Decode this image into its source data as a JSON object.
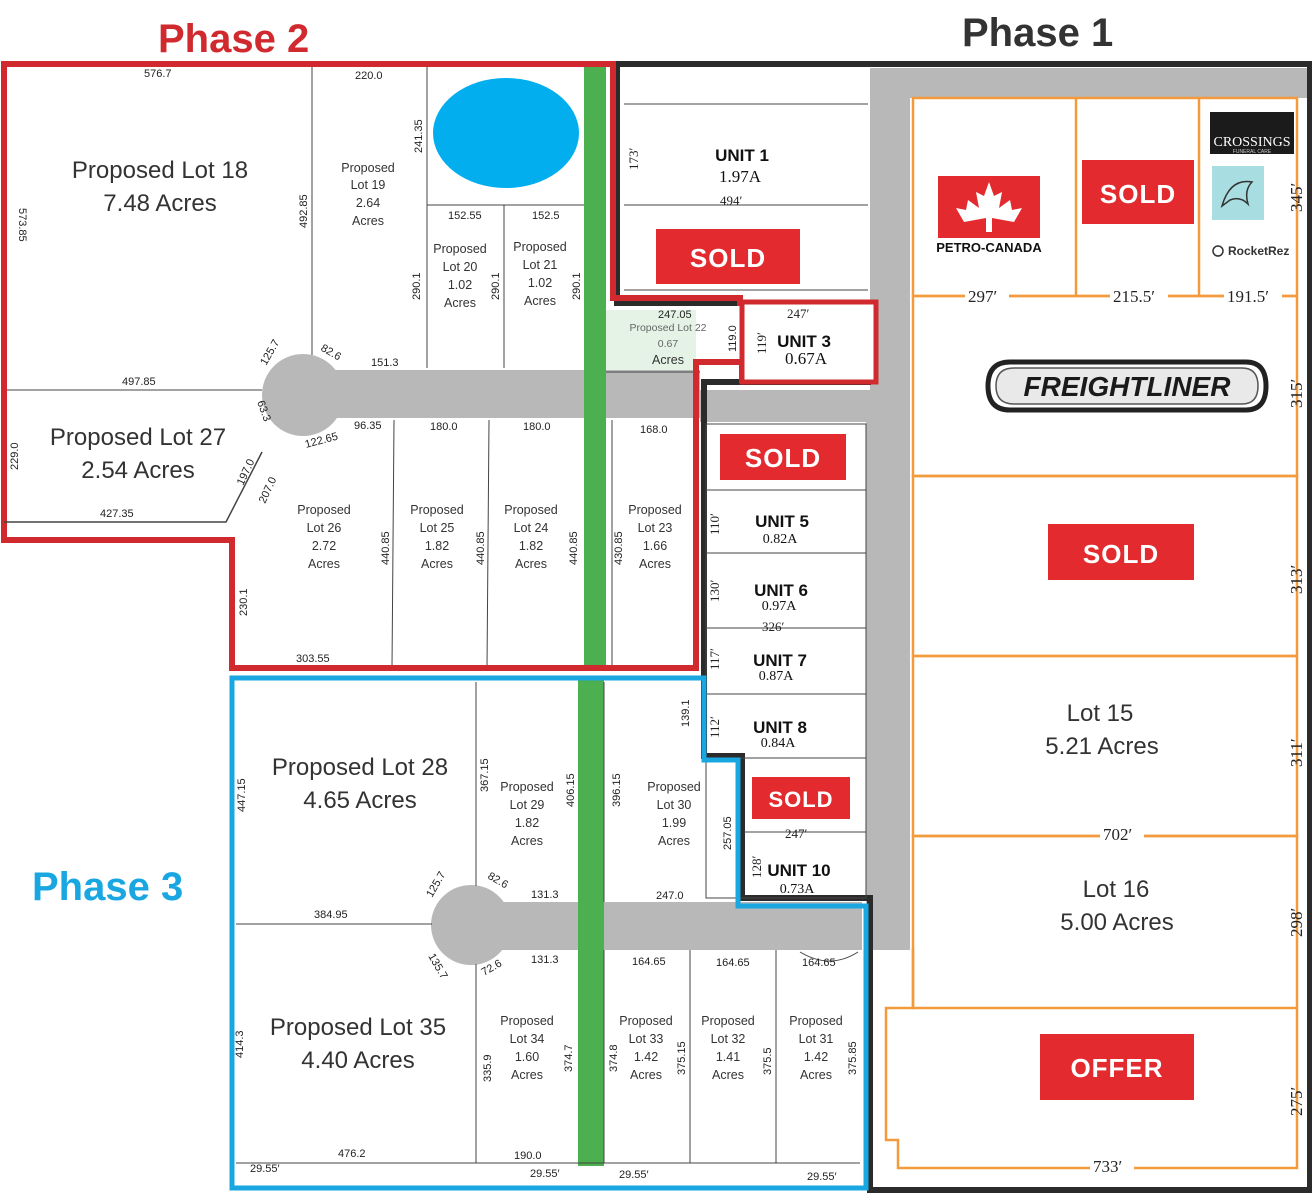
{
  "phases": {
    "phase1": "Phase 1",
    "phase2": "Phase 2",
    "phase3": "Phase 3"
  },
  "colors": {
    "phase1": "#2b2b2b",
    "phase2": "#d02a2f",
    "phase3": "#1aa7e1",
    "phase1_lots": "#f39a3c",
    "road": "#b8b8b8",
    "greenbelt": "#4caf50",
    "pond": "#03aeef",
    "sold_badge": "#e32b2f"
  },
  "badges": {
    "sold": "SOLD",
    "offer": "OFFER"
  },
  "brands": {
    "petro_canada": "PETRO-CANADA",
    "crossings": "CROSSINGS",
    "crossings_sub": "FUNERAL CARE",
    "rocketrez": "RocketRez",
    "freightliner": "FREIGHTLINER"
  },
  "phase2_lots": {
    "lot18": {
      "line1": "Proposed Lot 18",
      "line2": "7.48 Acres"
    },
    "lot27": {
      "line1": "Proposed Lot 27",
      "line2": "2.54 Acres"
    },
    "lot19": {
      "l1": "Proposed",
      "l2": "Lot 19",
      "l3": "2.64",
      "l4": "Acres"
    },
    "lot20": {
      "l1": "Proposed",
      "l2": "Lot 20",
      "l3": "1.02",
      "l4": "Acres"
    },
    "lot21": {
      "l1": "Proposed",
      "l2": "Lot 21",
      "l3": "1.02",
      "l4": "Acres"
    },
    "lot22": {
      "l1": "Proposed Lot 22",
      "l2": "0.67",
      "l3": "Acres"
    },
    "lot26": {
      "l1": "Proposed",
      "l2": "Lot 26",
      "l3": "2.72",
      "l4": "Acres"
    },
    "lot25": {
      "l1": "Proposed",
      "l2": "Lot 25",
      "l3": "1.82",
      "l4": "Acres"
    },
    "lot24": {
      "l1": "Proposed",
      "l2": "Lot 24",
      "l3": "1.82",
      "l4": "Acres"
    },
    "lot23": {
      "l1": "Proposed",
      "l2": "Lot 23",
      "l3": "1.66",
      "l4": "Acres"
    }
  },
  "phase3_lots": {
    "lot28": {
      "line1": "Proposed Lot 28",
      "line2": "4.65 Acres"
    },
    "lot35": {
      "line1": "Proposed Lot 35",
      "line2": "4.40 Acres"
    },
    "lot29": {
      "l1": "Proposed",
      "l2": "Lot 29",
      "l3": "1.82",
      "l4": "Acres"
    },
    "lot30": {
      "l1": "Proposed",
      "l2": "Lot 30",
      "l3": "1.99",
      "l4": "Acres"
    },
    "lot34": {
      "l1": "Proposed",
      "l2": "Lot 34",
      "l3": "1.60",
      "l4": "Acres"
    },
    "lot33": {
      "l1": "Proposed",
      "l2": "Lot 33",
      "l3": "1.42",
      "l4": "Acres"
    },
    "lot32": {
      "l1": "Proposed",
      "l2": "Lot 32",
      "l3": "1.41",
      "l4": "Acres"
    },
    "lot31": {
      "l1": "Proposed",
      "l2": "Lot 31",
      "l3": "1.42",
      "l4": "Acres"
    }
  },
  "phase1_units": {
    "unit1": {
      "name": "UNIT 1",
      "area": "1.97A"
    },
    "unit3": {
      "name": "UNIT 3",
      "area": "0.67A"
    },
    "unit5": {
      "name": "UNIT 5",
      "area": "0.82A"
    },
    "unit6": {
      "name": "UNIT 6",
      "area": "0.97A"
    },
    "unit7": {
      "name": "UNIT 7",
      "area": "0.87A"
    },
    "unit8": {
      "name": "UNIT 8",
      "area": "0.84A"
    },
    "unit10": {
      "name": "UNIT 10",
      "area": "0.73A"
    }
  },
  "phase1_lots": {
    "lot15": {
      "line1": "Lot 15",
      "line2": "5.21 Acres"
    },
    "lot16": {
      "line1": "Lot 16",
      "line2": "5.00 Acres"
    }
  },
  "dimensions": {
    "d576_7": "576.7",
    "d220_0": "220.0",
    "d573_85": "573.85",
    "d241_35": "241.35",
    "d492_85": "492.85",
    "d152_55": "152.55",
    "d152_5": "152.5",
    "d290_1a": "290.1",
    "d290_1b": "290.1",
    "d290_1c": "290.1",
    "d247_05": "247.05",
    "d119_0": "119.0",
    "d125_7a": "125.7",
    "d82_6a": "82.6",
    "d151_3": "151.3",
    "d497_85": "497.85",
    "d63_3": "63.3",
    "d96_35": "96.35",
    "d122_65": "122.65",
    "d180_0a": "180.0",
    "d180_0b": "180.0",
    "d168_0": "168.0",
    "d229_0": "229.0",
    "d197_0": "197.0",
    "d207_0": "207.0",
    "d427_35": "427.35",
    "d440_85a": "440.85",
    "d440_85b": "440.85",
    "d440_85c": "440.85",
    "d430_85": "430.85",
    "d230_1": "230.1",
    "d303_55": "303.55",
    "d447_15": "447.15",
    "d367_15": "367.15",
    "d406_15": "406.15",
    "d396_15": "396.15",
    "d139_1": "139.1",
    "d257_05": "257.05",
    "d125_7b": "125.7",
    "d82_6b": "82.6",
    "d131_3a": "131.3",
    "d247_0": "247.0",
    "d384_95": "384.95",
    "d135_7": "135.7",
    "d72_6": "72.6",
    "d131_3b": "131.3",
    "d164_65a": "164.65",
    "d164_65b": "164.65",
    "d164_65c": "164.65",
    "d414_3": "414.3",
    "d335_9": "335.9",
    "d374_7": "374.7",
    "d374_8": "374.8",
    "d375_15": "375.15",
    "d375_5": "375.5",
    "d375_85": "375.85",
    "d476_2": "476.2",
    "d190_0": "190.0",
    "d29_55a": "29.55′",
    "d29_55b": "29.55′",
    "d29_55c": "29.55′",
    "d29_55d": "29.55′",
    "u173": "173′",
    "u494": "494′",
    "u247a": "247′",
    "u119": "119′",
    "u110": "110′",
    "u130": "130′",
    "u326": "326′",
    "u117": "117′",
    "u112": "112′",
    "u247b": "247′",
    "u128": "128′",
    "o297": "297′",
    "o215_5": "215.5′",
    "o191_5": "191.5′",
    "o345": "345′",
    "o315": "315′",
    "o313": "313′",
    "o311": "311′",
    "o702": "702′",
    "o298": "298′",
    "o275": "275′",
    "o733": "733′"
  }
}
